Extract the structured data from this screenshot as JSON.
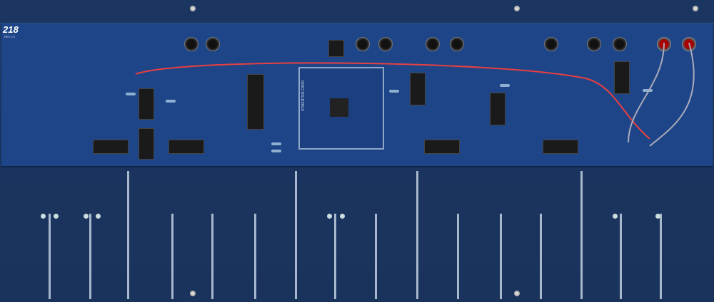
{
  "board": {
    "model_label": "218",
    "revision_label": "REV 2.0",
    "mcu_label": "STM32F405 CARD"
  },
  "colors": {
    "pcb": "#1e4588",
    "panel": "#1b3560",
    "wire_red": "#e84040"
  }
}
